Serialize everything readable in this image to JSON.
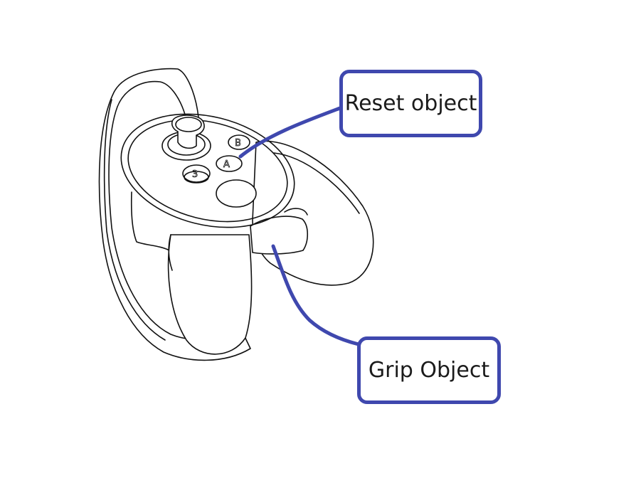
{
  "callouts": {
    "reset": {
      "label": "Reset object"
    },
    "grip": {
      "label": "Grip Object"
    }
  },
  "controller_buttons": {
    "top": "B",
    "middle": "A",
    "left": "3"
  },
  "colors": {
    "accent": "#3f48ae",
    "line": "#111111",
    "text": "#1b1b1b",
    "background": "#ffffff"
  }
}
